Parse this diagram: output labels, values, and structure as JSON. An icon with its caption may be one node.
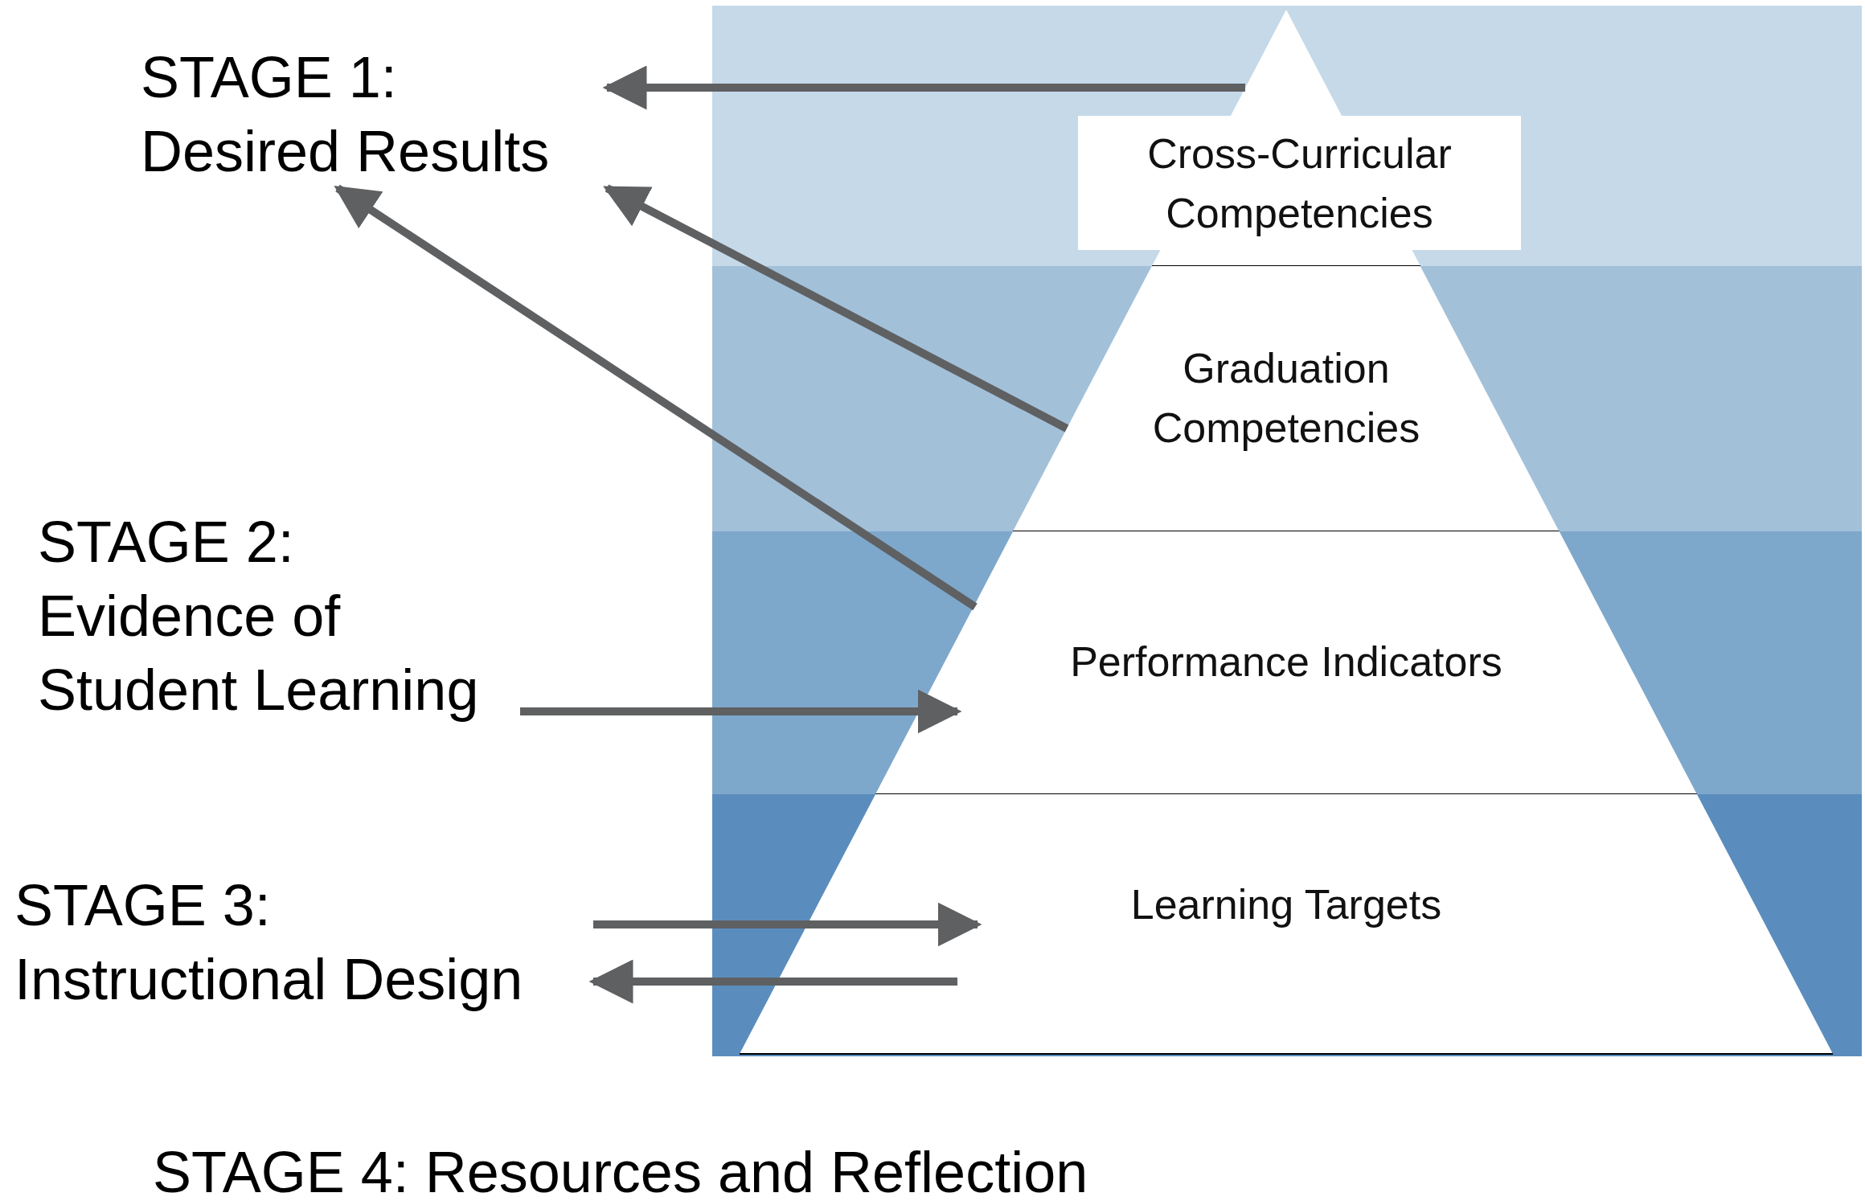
{
  "diagram": {
    "nodes": [
      {
        "text": [
          "STAGE 1: Desired Results"
        ]
      },
      {
        "text": [
          "Cross-Curricular Competencies"
        ]
      },
      {
        "text": [
          "Graduation Competencies"
        ]
      },
      {
        "text": [
          "STAGE 2: Evidence of Student Learning"
        ]
      },
      {
        "text": [
          "Performance Indicators"
        ]
      },
      {
        "text": [
          "STAGE 3: Instructional Design"
        ]
      },
      {
        "text": [
          "Learning Targets"
        ]
      }
    ],
    "edges": [
      {
        "from": 1,
        "to": 0,
        "arrow": "to"
      },
      {
        "from": 2,
        "to": 0,
        "arrow": "to"
      },
      {
        "from": 4,
        "to": 0,
        "arrow": "to"
      },
      {
        "from": 3,
        "to": 4,
        "arrow": "to"
      },
      {
        "from": 5,
        "to": 6,
        "arrow": "to"
      },
      {
        "from": 6,
        "to": 5,
        "arrow": "to"
      }
    ],
    "labels": [
      "STAGE 4: Resources and Reflection"
    ]
  }
}
